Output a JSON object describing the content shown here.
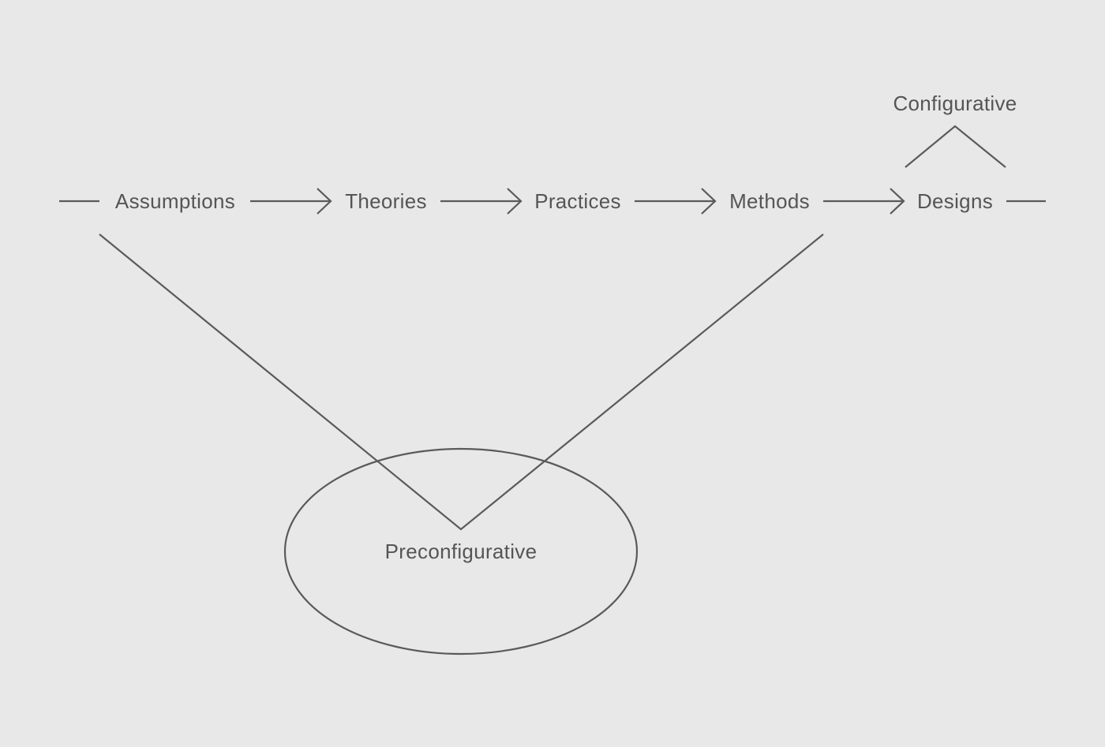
{
  "diagram": {
    "title": "",
    "chain": [
      {
        "label": "Assumptions"
      },
      {
        "label": "Theories"
      },
      {
        "label": "Practices"
      },
      {
        "label": "Methods"
      },
      {
        "label": "Designs"
      }
    ],
    "configurative": {
      "label": "Configurative"
    },
    "preconfigurative": {
      "label": "Preconfigurative"
    }
  },
  "colors": {
    "background": "#e8e8e8",
    "stroke": "#5a5a5a",
    "text": "#555555"
  }
}
